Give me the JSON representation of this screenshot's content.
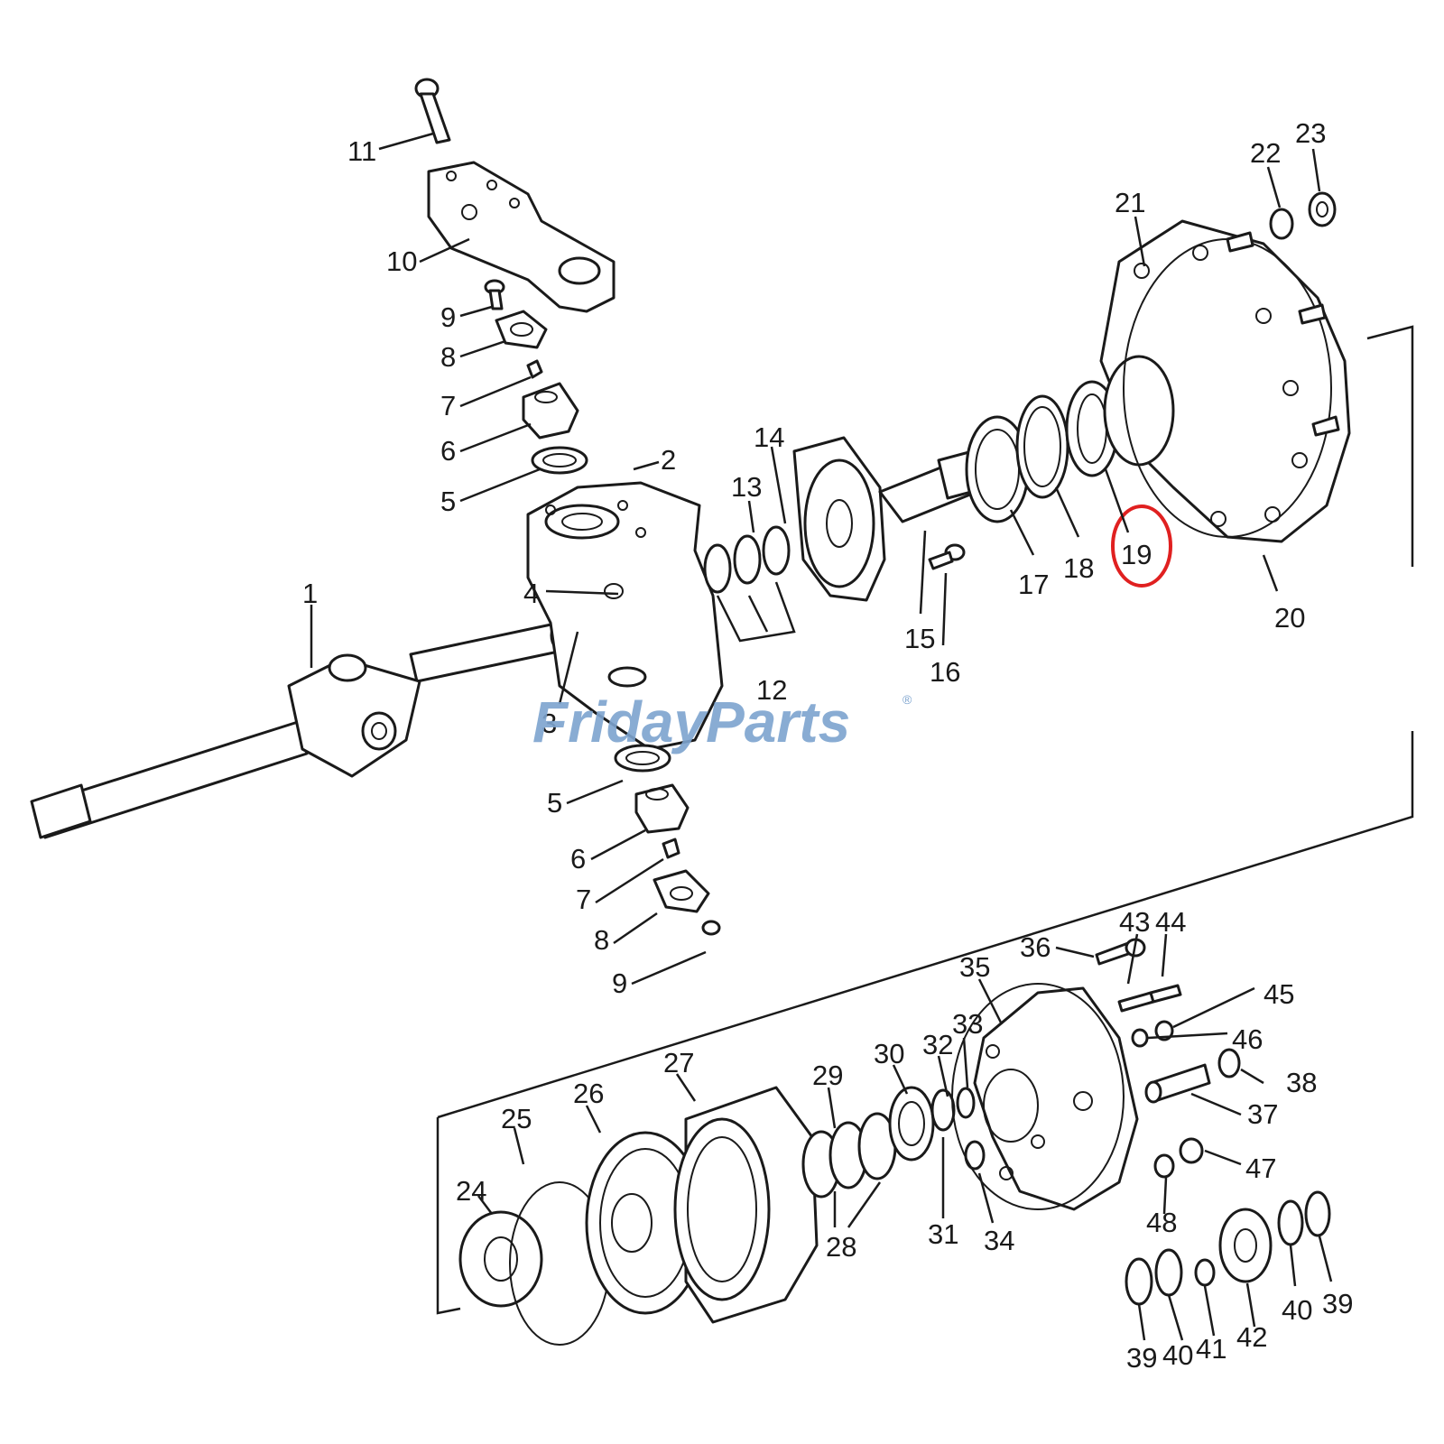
{
  "watermark": {
    "text": "FridayParts",
    "mark": "®",
    "color": "#7da4cf"
  },
  "highlight_color": "#e02020",
  "callouts": {
    "c1": "1",
    "c2": "2",
    "c3": "3",
    "c4": "4",
    "c5a": "5",
    "c5b": "5",
    "c6a": "6",
    "c6b": "6",
    "c7a": "7",
    "c7b": "7",
    "c8a": "8",
    "c8b": "8",
    "c9a": "9",
    "c9b": "9",
    "c10": "10",
    "c11": "11",
    "c12": "12",
    "c13": "13",
    "c14": "14",
    "c15": "15",
    "c16": "16",
    "c17": "17",
    "c18": "18",
    "c19": "19",
    "c20": "20",
    "c21": "21",
    "c22": "22",
    "c23": "23",
    "c24": "24",
    "c25": "25",
    "c26": "26",
    "c27": "27",
    "c28": "28",
    "c29": "29",
    "c30": "30",
    "c31": "31",
    "c32": "32",
    "c33": "33",
    "c34": "34",
    "c35": "35",
    "c36": "36",
    "c37": "37",
    "c38": "38",
    "c39a": "39",
    "c39b": "39",
    "c40a": "40",
    "c40b": "40",
    "c41": "41",
    "c42": "42",
    "c43": "43",
    "c44": "44",
    "c45": "45",
    "c46": "46",
    "c47": "47",
    "c48": "48"
  }
}
